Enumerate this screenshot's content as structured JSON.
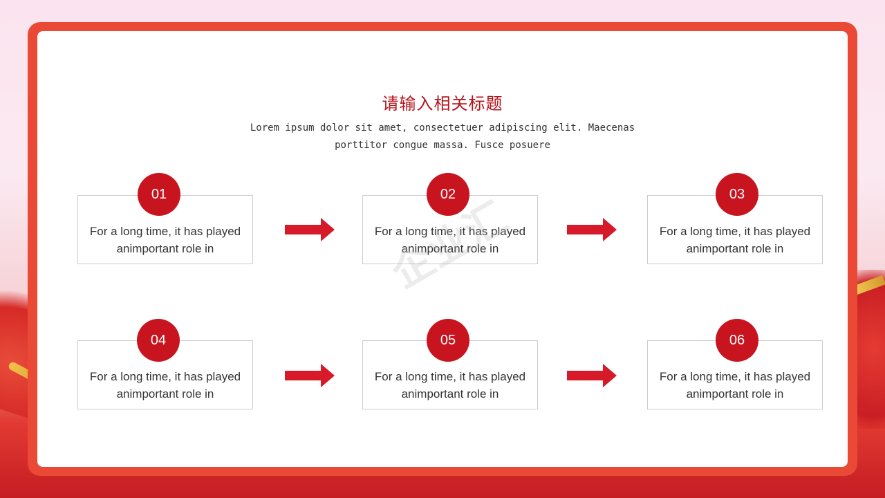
{
  "slide": {
    "title": "请输入相关标题",
    "subtitle_line1": "Lorem ipsum dolor sit amet, consectetuer adipiscing elit. Maecenas",
    "subtitle_line2": "porttitor congue massa. Fusce posuere"
  },
  "steps": [
    {
      "number": "01",
      "line1": "For a long time, it has played",
      "line2": "animportant role in"
    },
    {
      "number": "02",
      "line1": "For a long time, it has played",
      "line2": "animportant role in"
    },
    {
      "number": "03",
      "line1": "For a long time, it has played",
      "line2": "animportant role in"
    },
    {
      "number": "04",
      "line1": "For a long time, it has played",
      "line2": "animportant role in"
    },
    {
      "number": "05",
      "line1": "For a long time, it has played",
      "line2": "animportant role in"
    },
    {
      "number": "06",
      "line1": "For a long time, it has played",
      "line2": "animportant role in"
    }
  ],
  "watermark": "企业汇",
  "colors": {
    "accent": "#c8141f",
    "frame": "#ea4a35",
    "title": "#b5141c"
  },
  "icons": {
    "arrow": "arrow-right-icon"
  }
}
